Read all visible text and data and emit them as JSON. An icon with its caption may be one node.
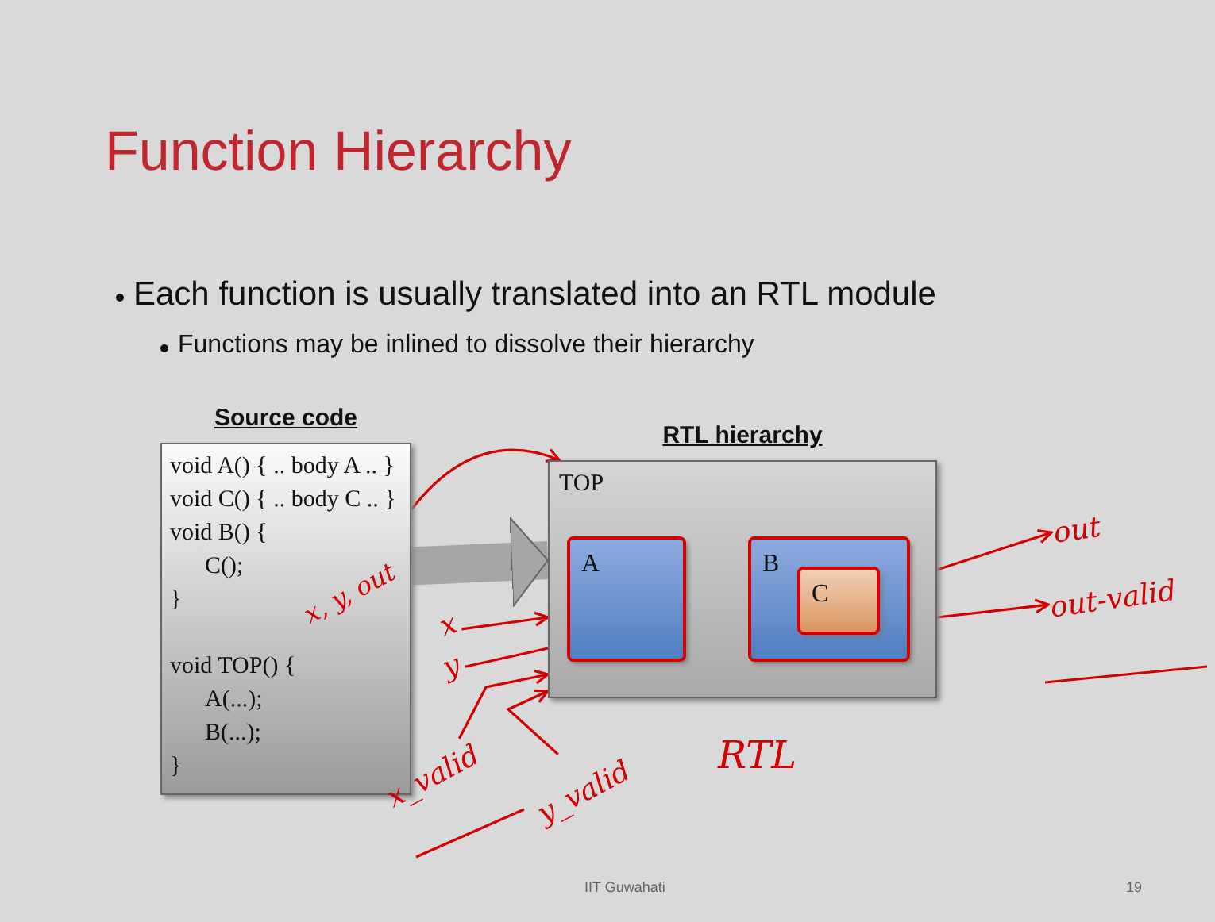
{
  "diagram": {
    "title": "Function Hierarchy",
    "nodes": [
      {
        "text": [
          "Source code",
          "void A() { .. body A .. }",
          "void C() { .. body C .. }",
          "void B() {",
          "C();",
          "}",
          "void TOP() {",
          "A(...);",
          "B(...);",
          "}"
        ]
      },
      {
        "text": [
          "RTL hierarchy",
          "TOP"
        ]
      },
      {
        "text": [
          "A"
        ],
        "in": 1
      },
      {
        "text": [
          "B"
        ],
        "in": 1
      },
      {
        "text": [
          "C"
        ],
        "in": 3
      },
      {
        "text": [
          "x"
        ]
      },
      {
        "text": [
          "y"
        ]
      },
      {
        "text": [
          "x_valid"
        ]
      },
      {
        "text": [
          "y_valid"
        ]
      },
      {
        "text": [
          "out"
        ]
      },
      {
        "text": [
          "out-valid"
        ]
      }
    ],
    "edges": [
      {
        "from": 0,
        "to": 1,
        "arrow": "to",
        "style": "thick",
        "color": "#a6a6a6"
      },
      {
        "from": 0,
        "to": 1,
        "arrow": "to"
      },
      {
        "from": 5,
        "to": 1,
        "arrow": "to"
      },
      {
        "from": 6,
        "to": 1,
        "arrow": "none"
      },
      {
        "from": 7,
        "to": 1,
        "arrow": "to"
      },
      {
        "from": 8,
        "to": 1,
        "arrow": "to"
      },
      {
        "from": 1,
        "to": 9,
        "arrow": "to"
      },
      {
        "from": 1,
        "to": 10,
        "arrow": "to"
      }
    ],
    "labels": [
      "Each function is usually translated into an RTL module",
      "Functions may be inlined to dissolve their hierarchy",
      "x, y, out",
      "RTL",
      "IIT Guwahati",
      "19"
    ]
  }
}
